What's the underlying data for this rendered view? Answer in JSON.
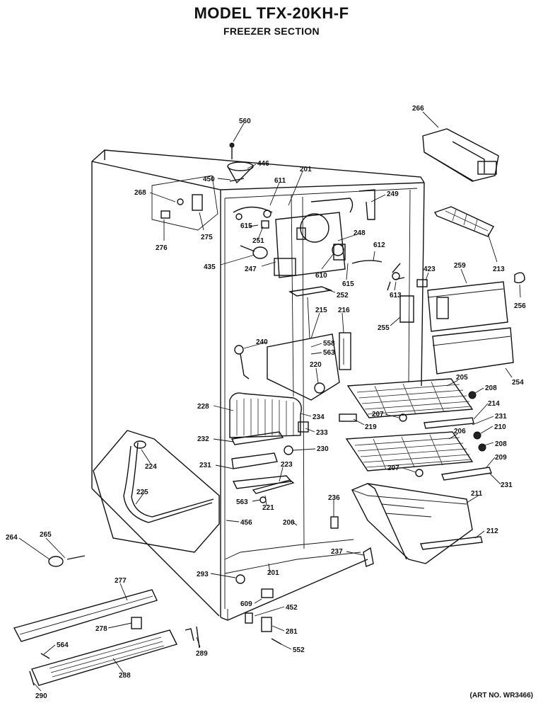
{
  "header": {
    "title": "MODEL TFX-20KH-F",
    "subtitle": "FREEZER SECTION"
  },
  "footer": {
    "art_number": "(ART NO. WR3466)"
  },
  "part_labels": [
    "560",
    "446",
    "450",
    "201",
    "611",
    "249",
    "266",
    "268",
    "275",
    "276",
    "615",
    "251",
    "248",
    "612",
    "435",
    "247",
    "610",
    "615",
    "423",
    "259",
    "213",
    "252",
    "613",
    "256",
    "215",
    "216",
    "255",
    "240",
    "558",
    "563",
    "220",
    "205",
    "208",
    "214",
    "231",
    "210",
    "254",
    "228",
    "234",
    "207",
    "219",
    "233",
    "232",
    "230",
    "206",
    "208",
    "209",
    "224",
    "231",
    "223",
    "207",
    "231",
    "225",
    "563",
    "221",
    "211",
    "236",
    "456",
    "200",
    "212",
    "264",
    "265",
    "237",
    "201",
    "293",
    "277",
    "609",
    "452",
    "278",
    "281",
    "564",
    "289",
    "552",
    "288",
    "290"
  ]
}
